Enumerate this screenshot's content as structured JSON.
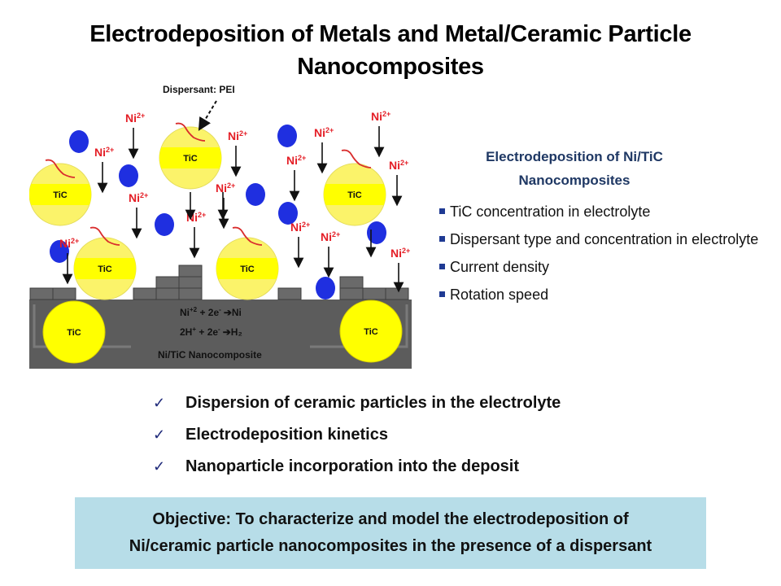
{
  "slide": {
    "title_line1": "Electrodeposition of Metals and Metal/Ceramic Particle",
    "title_line2": "Nanocomposites"
  },
  "figure": {
    "dispersant_label": "Dispersant: PEI",
    "ion_label_base": "Ni",
    "ion_label_charge": "2+",
    "particle_label": "TiC",
    "reaction1_left": "Ni",
    "reaction1_sup": "+2",
    "reaction1_mid": " + 2e",
    "reaction1_arrow": "➔",
    "reaction1_right": "Ni",
    "reaction2_left": "2H",
    "reaction2_sup": "+",
    "reaction2_mid": " + 2e",
    "reaction2_arrow": "➔",
    "reaction2_right": "H₂",
    "electron_sup": "-",
    "composite_label": "Ni/TiC Nanocomposite",
    "colors": {
      "particle": "#ffff00",
      "particle_light": "#fbf36a",
      "ion": "#e41e26",
      "nanoparticle": "#1f2fe0",
      "dispersant": "#d92d2d",
      "substrate": "#5f5f5f",
      "deposit_block": "#6b6b6b"
    }
  },
  "right_panel": {
    "heading_line1": "Electrodeposition of Ni/TiC",
    "heading_line2": "Nanocomposites",
    "items": [
      {
        "label": "TiC concentration in electrolyte"
      },
      {
        "label": "Dispersant type and concentration in electrolyte"
      },
      {
        "label": "Current density"
      },
      {
        "label": "Rotation speed"
      }
    ]
  },
  "checklist": {
    "check_glyph": "✓",
    "items": [
      {
        "label": "Dispersion of ceramic particles in the electrolyte"
      },
      {
        "label": "Electrodeposition kinetics"
      },
      {
        "label": "Nanoparticle incorporation into the deposit"
      }
    ]
  },
  "objective": {
    "line1": "Objective: To characterize and model the electrodeposition of",
    "line2": "Ni/ceramic particle nanocomposites in the presence of a dispersant"
  }
}
